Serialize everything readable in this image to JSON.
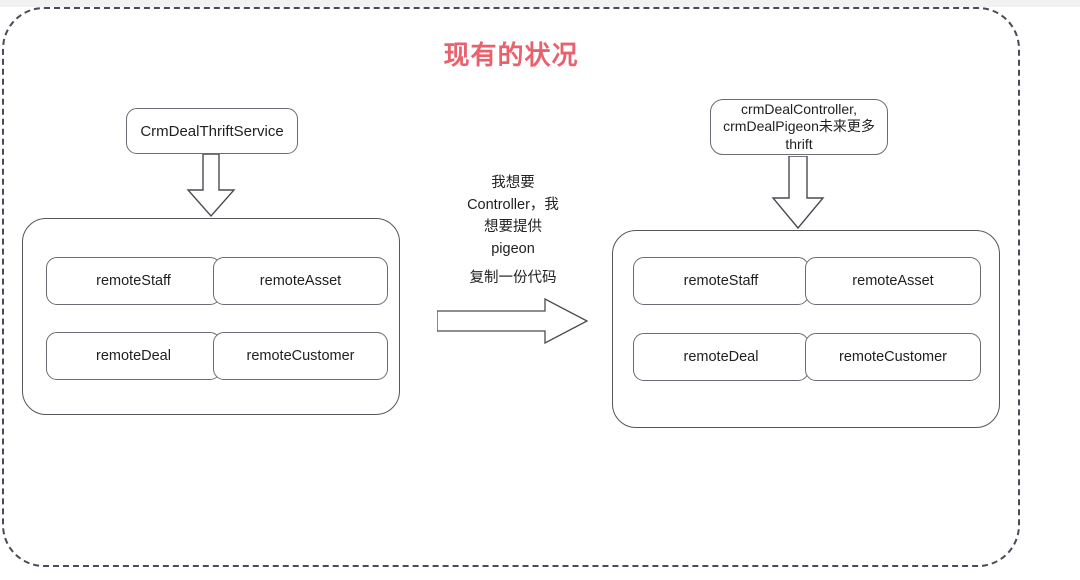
{
  "page": {
    "title": "现有的状况",
    "title_color": "#e8616d",
    "background": "#ffffff",
    "frame_style": "dashed-rounded"
  },
  "left_side": {
    "service_box": {
      "label": "CrmDealThriftService"
    },
    "arrow_down": "down-block-arrow",
    "group": {
      "name": "left-remote-group",
      "items": [
        {
          "label": "remoteStaff"
        },
        {
          "label": "remoteAsset"
        },
        {
          "label": "remoteDeal"
        },
        {
          "label": "remoteCustomer"
        }
      ]
    }
  },
  "right_side": {
    "service_box": {
      "label": "crmDealController,\ncrmDealPigeon未来更多\nthrift"
    },
    "arrow_down": "down-block-arrow",
    "group": {
      "name": "right-remote-group",
      "items": [
        {
          "label": "remoteStaff"
        },
        {
          "label": "remoteAsset"
        },
        {
          "label": "remoteDeal"
        },
        {
          "label": "remoteCustomer"
        }
      ]
    }
  },
  "middle": {
    "note_top": "我想要\nController，我\n想要提供\npigeon",
    "note_bottom": "复制一份代码",
    "arrow_right": "right-block-arrow"
  },
  "colors": {
    "stroke": "#6b6b73",
    "group_stroke": "#55555c",
    "dashed_stroke": "#4a4a5a",
    "text": "#1f1f20",
    "accent": "#e8616d"
  }
}
